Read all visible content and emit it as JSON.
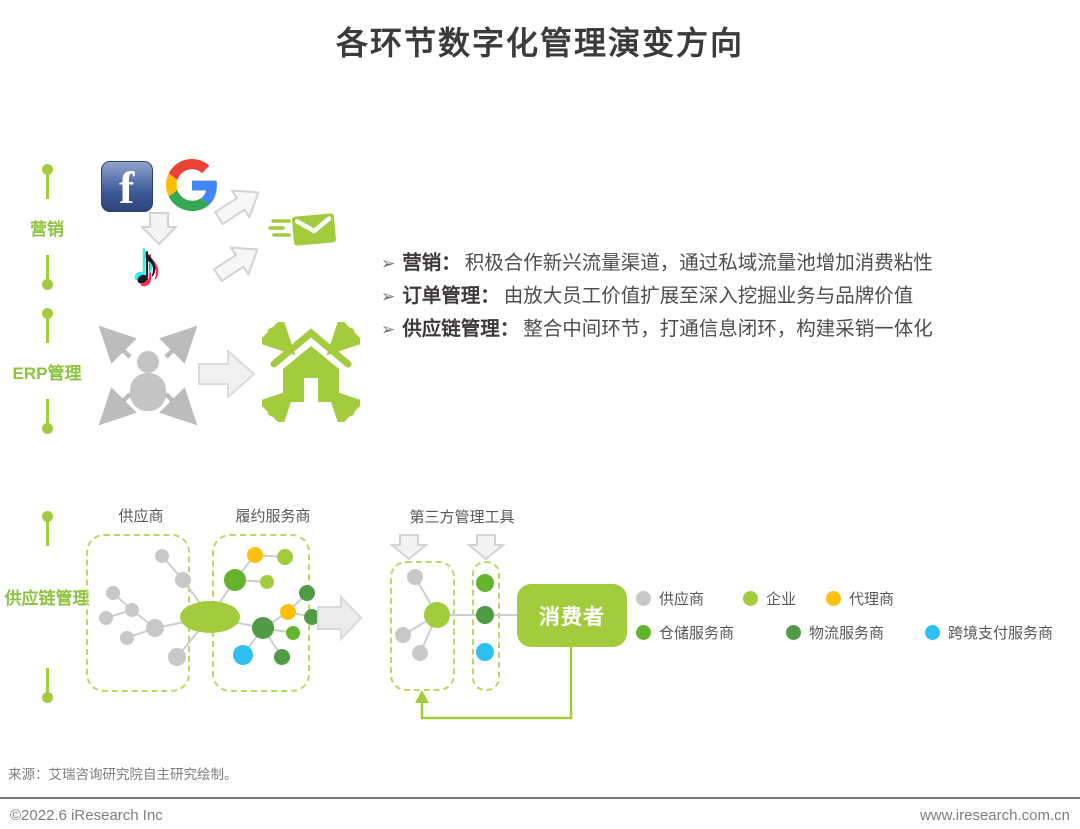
{
  "title": "各环节数字化管理演变方向",
  "colors": {
    "accent_green": "#a2cb3d",
    "label_green": "#8cc43f",
    "dashed_border": "#b9d967",
    "medium_green": "#65b42e",
    "dark_green": "#509c44",
    "cyan": "#2ec0f0",
    "yellow": "#fdc00f",
    "gray_node": "#c8c8c8",
    "facebook_blue": "#3b5998",
    "tiktok_cyan": "#25f4ee",
    "tiktok_pink": "#fe2c55"
  },
  "timeline": {
    "sections": [
      {
        "label": "营销"
      },
      {
        "label": "ERP管理"
      },
      {
        "label": "供应链管理"
      }
    ]
  },
  "marketing": {
    "icons": [
      {
        "name": "facebook-icon",
        "glyph": "f"
      },
      {
        "name": "google-icon"
      },
      {
        "name": "tiktok-icon",
        "glyph": "♪"
      },
      {
        "name": "email-icon"
      }
    ]
  },
  "bullets": [
    {
      "marker": "➢",
      "label": "营销：",
      "text": "积极合作新兴流量渠道，通过私域流量池增加消费粘性"
    },
    {
      "marker": "➢",
      "label": "订单管理：",
      "text": "由放大员工价值扩展至深入挖掘业务与品牌价值"
    },
    {
      "marker": "➢",
      "label": "供应链管理：",
      "text": "整合中间环节，打通信息闭环，构建采销一体化"
    }
  ],
  "supply_chain": {
    "stage_labels": [
      "供应商",
      "履约服务商",
      "第三方管理工具"
    ],
    "consumer": "消费者"
  },
  "legend": {
    "items": [
      {
        "label": "供应商",
        "color": "#c8c8c8"
      },
      {
        "label": "企业",
        "color": "#a2cb3d"
      },
      {
        "label": "代理商",
        "color": "#fdc00f"
      },
      {
        "label": "仓储服务商",
        "color": "#65b42e"
      },
      {
        "label": "物流服务商",
        "color": "#509c44"
      },
      {
        "label": "跨境支付服务商",
        "color": "#2ec0f0"
      }
    ]
  },
  "footer": {
    "source": "来源：艾瑞咨询研究院自主研究绘制。",
    "copyright": "©2022.6 iResearch Inc",
    "website": "www.iresearch.com.cn"
  }
}
